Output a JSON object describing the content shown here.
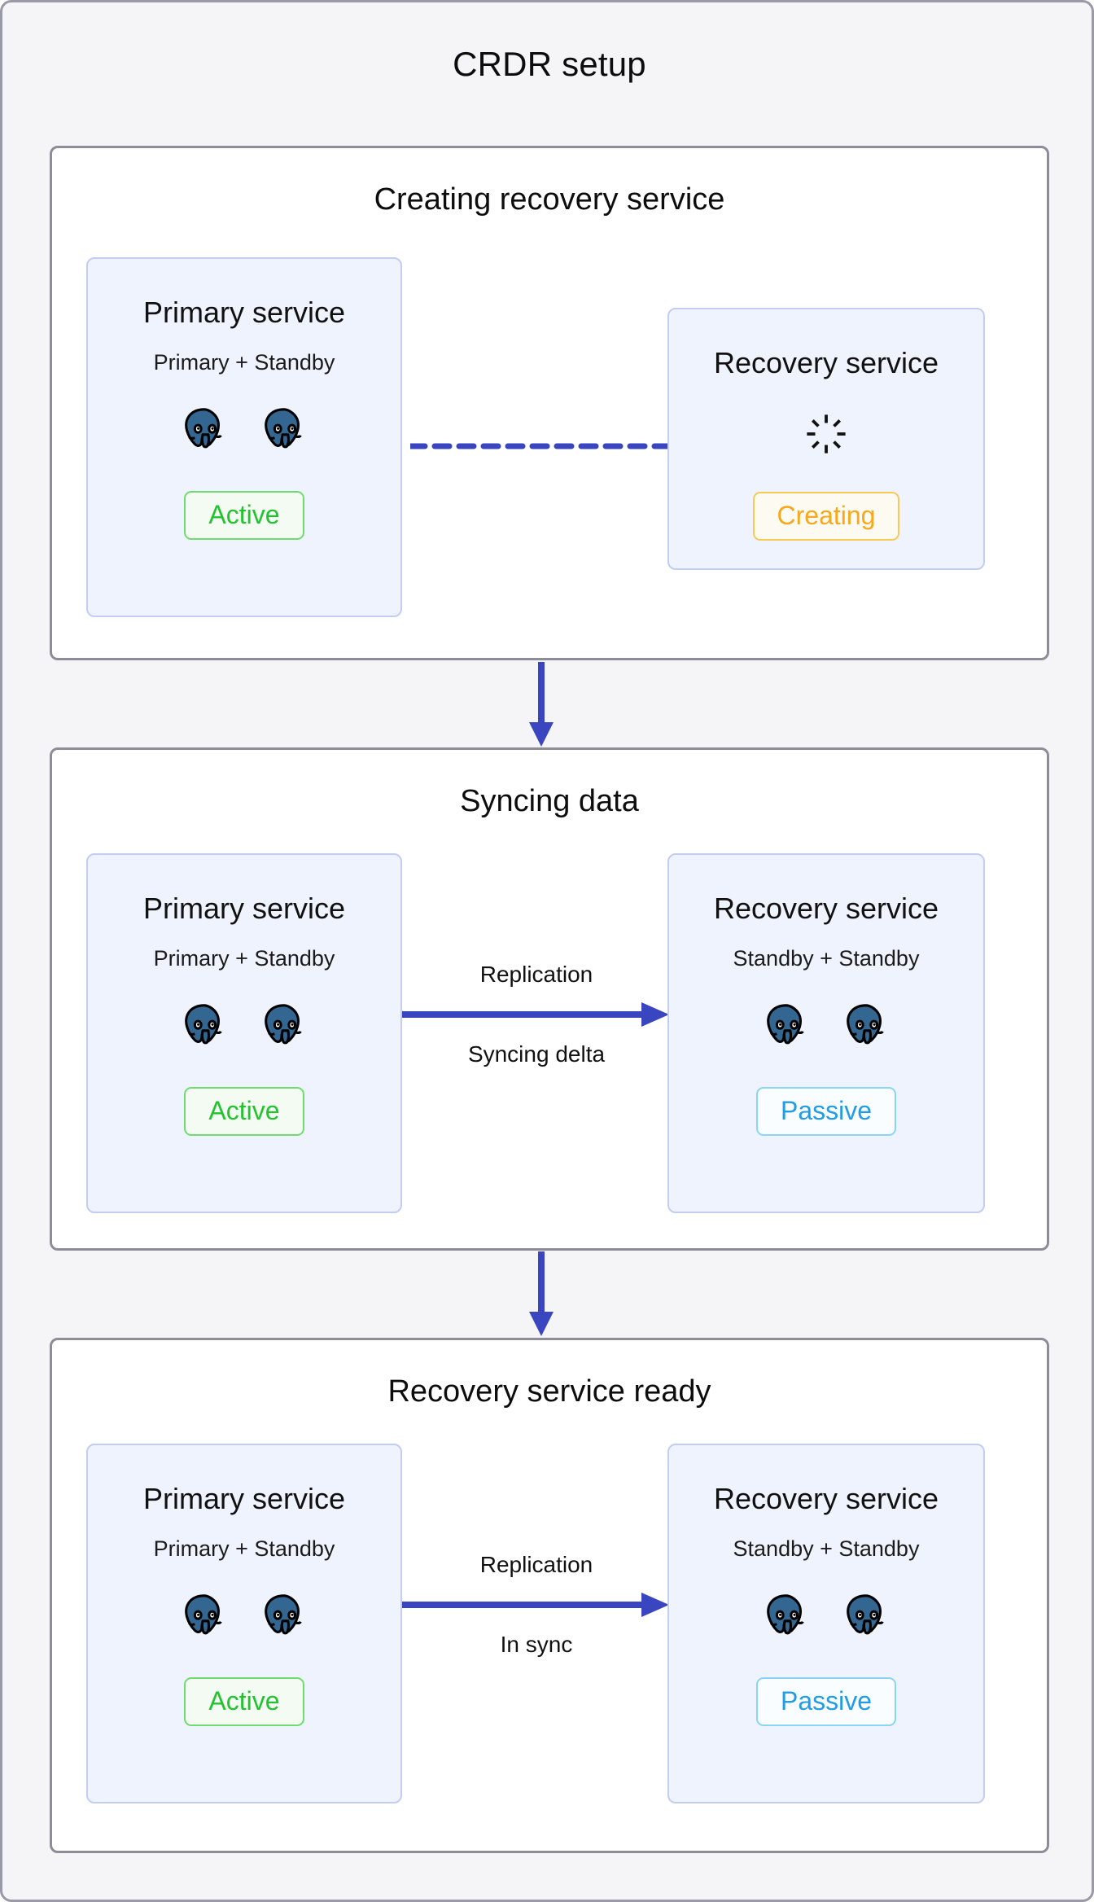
{
  "title": "CRDR setup",
  "colors": {
    "page_bg": "#f5f5f7",
    "panel_border": "#8d8d9a",
    "card_bg": "#eff3fd",
    "card_border": "#c3cdf0",
    "arrow_blue": "#3a46c0",
    "active_green": "#22c32e",
    "creating_orange": "#f9a81a",
    "passive_blue": "#229ce4",
    "postgres_blue": "#336791"
  },
  "panels": [
    {
      "title": "Creating recovery service",
      "primary": {
        "name": "Primary service",
        "topology": "Primary + Standby",
        "nodes": 2,
        "badge": "Active"
      },
      "recovery": {
        "name": "Recovery service",
        "topology": null,
        "nodes": 0,
        "badge": "Creating",
        "spinner": true
      },
      "link": {
        "style": "dashed",
        "label_top": null,
        "label_bottom": null,
        "arrowhead": false
      }
    },
    {
      "title": "Syncing data",
      "primary": {
        "name": "Primary service",
        "topology": "Primary + Standby",
        "nodes": 2,
        "badge": "Active"
      },
      "recovery": {
        "name": "Recovery service",
        "topology": "Standby + Standby",
        "nodes": 2,
        "badge": "Passive",
        "spinner": false
      },
      "link": {
        "style": "solid",
        "label_top": "Replication",
        "label_bottom": "Syncing delta",
        "arrowhead": true
      }
    },
    {
      "title": "Recovery service ready",
      "primary": {
        "name": "Primary service",
        "topology": "Primary + Standby",
        "nodes": 2,
        "badge": "Active"
      },
      "recovery": {
        "name": "Recovery service",
        "topology": "Standby + Standby",
        "nodes": 2,
        "badge": "Passive",
        "spinner": false
      },
      "link": {
        "style": "solid",
        "label_top": "Replication",
        "label_bottom": "In sync",
        "arrowhead": true
      }
    }
  ],
  "step_arrows": [
    "down-arrow-panel1-to-panel2",
    "down-arrow-panel2-to-panel3"
  ],
  "icons": {
    "postgres": "postgres-elephant-icon",
    "spinner": "loading-spinner-icon",
    "down_arrow": "down-arrow-icon",
    "right_arrow": "right-arrow-icon",
    "dashed_link": "dashed-link-icon"
  }
}
